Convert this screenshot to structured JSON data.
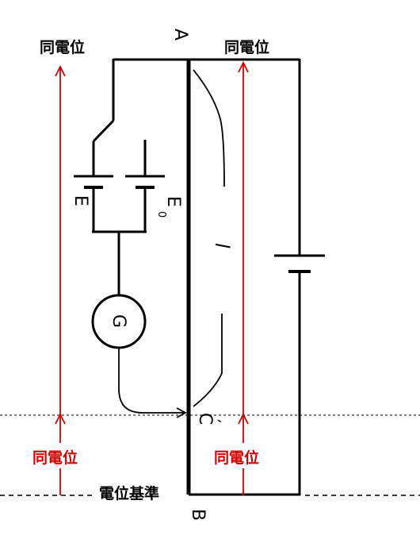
{
  "labels": {
    "same_potential_top_left": "同電位",
    "same_potential_top_right": "同電位",
    "same_potential_bottom_left": "同電位",
    "same_potential_bottom_right": "同電位",
    "potential_reference": "電位基準",
    "point_a": "A",
    "point_b": "B",
    "point_c": "C",
    "c_prime": "′",
    "emf_e": "E",
    "emf_e0": "E",
    "emf_e0_subscript": "0",
    "galvanometer": "G",
    "length_l": "l"
  },
  "colors": {
    "wire": "#000000",
    "potential_arrow": "#d40000",
    "dotted_line": "#000000"
  }
}
